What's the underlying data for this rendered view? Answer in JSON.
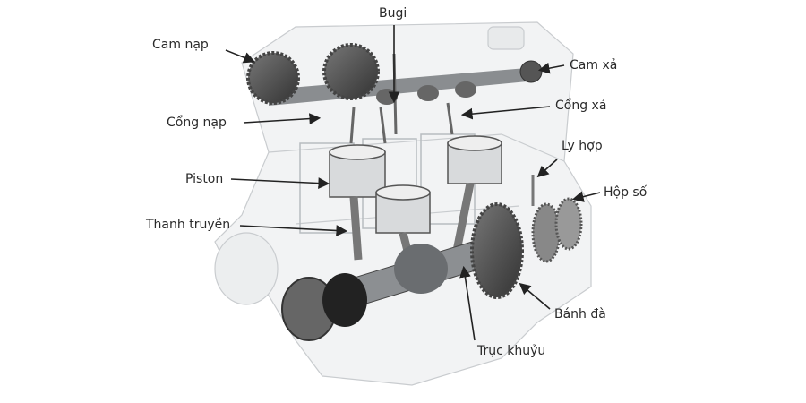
{
  "labels": {
    "bugi": "Bugi",
    "cam_nap": "Cam nạp",
    "cam_xa": "Cam xả",
    "cong_nap": "Cổng nạp",
    "cong_xa": "Cổng xả",
    "ly_hop": "Ly hợp",
    "hop_so": "Hộp số",
    "piston": "Piston",
    "thanh_truyen": "Thanh truyền",
    "banh_da": "Bánh đà",
    "truc_khuyu": "Trục khuỷu"
  }
}
